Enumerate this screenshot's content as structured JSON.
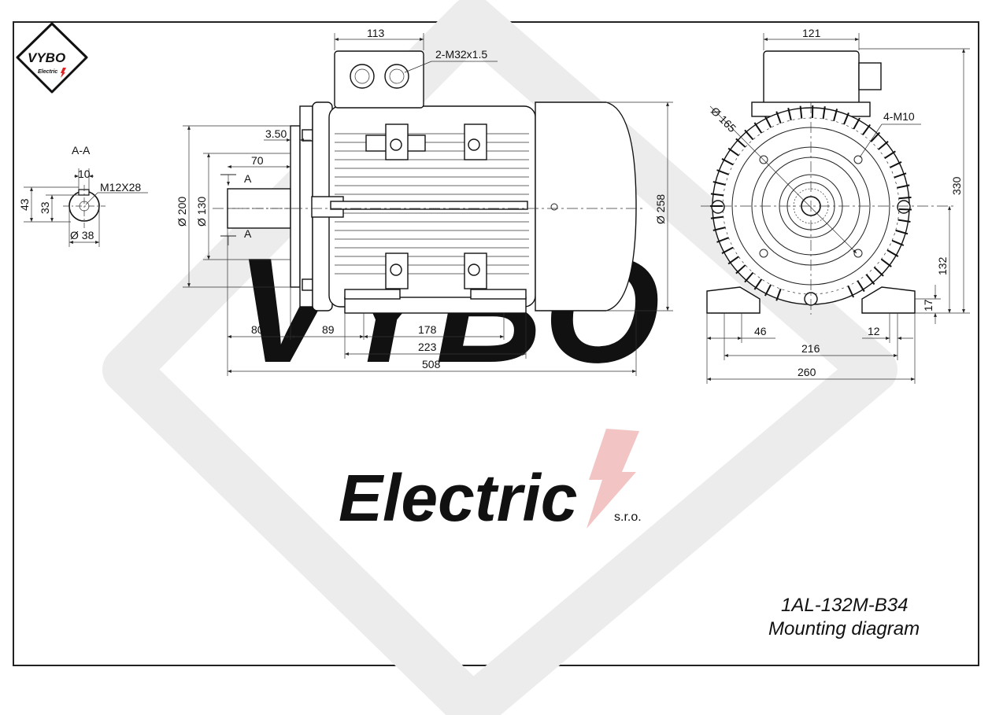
{
  "title": {
    "model": "1AL-132M-B34",
    "subtitle": "Mounting diagram"
  },
  "logo": {
    "mark_text": "VYBO",
    "sub_text": "Electric"
  },
  "watermark": {
    "mark_text": "VYBO",
    "brand_text": "Electric",
    "suffix": "s.r.o.",
    "accent_color": "#f2b6b6",
    "gray_color": "#e4e4e4"
  },
  "section_view": {
    "label": "A-A",
    "dims": {
      "key_width": "10",
      "thread": "M12X28",
      "height_43": "43",
      "height_33": "33",
      "diameter": "Ø 38"
    }
  },
  "side_view": {
    "dims": {
      "terminal_box_width": "113",
      "cable_glands": "2-M32x1.5",
      "flange_offset": "3.50",
      "shaft_70": "70",
      "section_mark_top": "A",
      "section_mark_bottom": "A",
      "dia_200": "Ø 200",
      "dia_130": "Ø 130",
      "dia_258": "Ø 258",
      "shaft_80": "80",
      "dim_89": "89",
      "dim_178": "178",
      "dim_223": "223",
      "dim_508": "508"
    }
  },
  "end_view": {
    "dims": {
      "terminal_box_width": "121",
      "dia_165": "Ø 165",
      "bolts": "4-M10",
      "height_330": "330",
      "height_132": "132",
      "foot_17": "17",
      "dim_46": "46",
      "dim_12": "12",
      "dim_216": "216",
      "dim_260": "260"
    }
  }
}
